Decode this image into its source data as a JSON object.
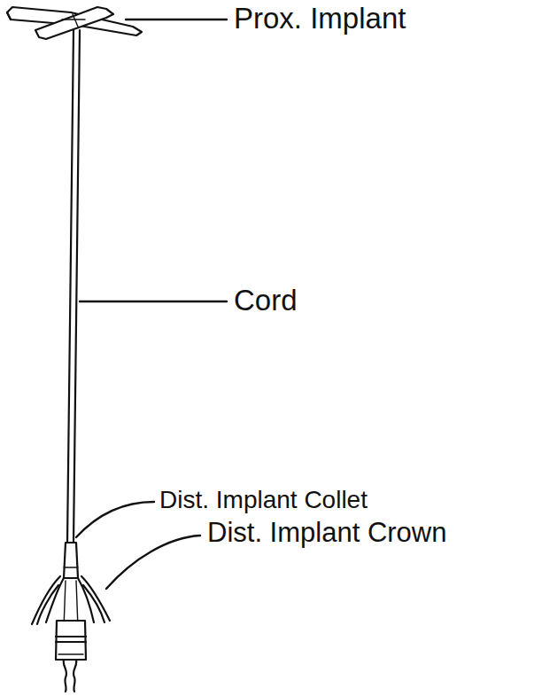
{
  "diagram": {
    "labels": [
      "Prox. Implant",
      "Cord",
      "Dist. Implant Collet",
      "Dist. Implant Crown"
    ]
  }
}
